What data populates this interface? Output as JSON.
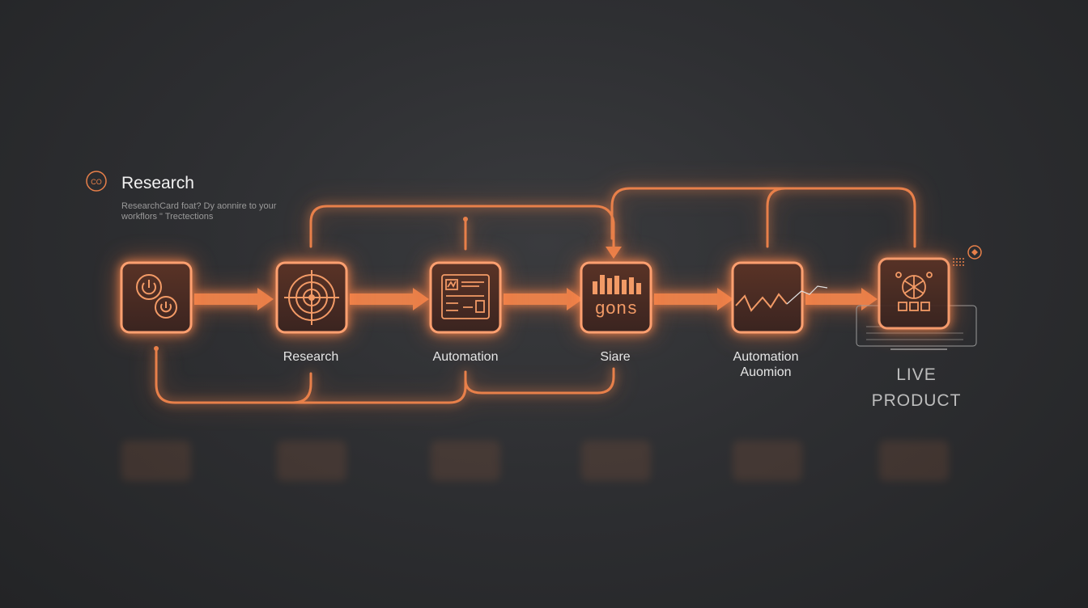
{
  "header": {
    "badge_text": "CO",
    "title": "Research",
    "subtitle_line1": "ResearchCard foat? Dy aonnire to your",
    "subtitle_line2": "workflors \" Trectections"
  },
  "nodes": [
    {
      "id": "start",
      "label": "",
      "label2": "",
      "icon": "power-toggle-icon"
    },
    {
      "id": "research",
      "label": "Research",
      "label2": "",
      "icon": "target-icon"
    },
    {
      "id": "automation",
      "label": "Automation",
      "label2": "",
      "icon": "dashboard-icon"
    },
    {
      "id": "share",
      "label": "Siare",
      "label2": "",
      "icon": "bar-chart-icon",
      "icon_text": "gons"
    },
    {
      "id": "automation2",
      "label": "Automation",
      "label2": "Auomion",
      "icon": "line-chart-icon"
    },
    {
      "id": "live",
      "label": "LIVE",
      "label2": "PRODUCT",
      "icon": "network-icon"
    }
  ],
  "colors": {
    "accent": "#e8804a",
    "box_fill": "#4a2c22",
    "text": "#e6e6e6"
  }
}
